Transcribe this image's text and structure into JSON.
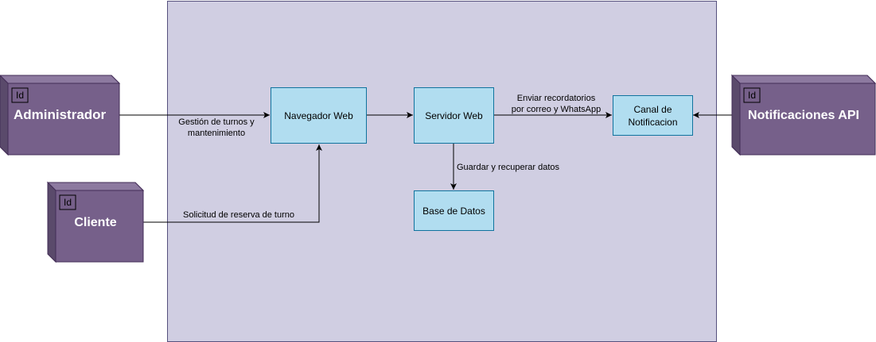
{
  "colors": {
    "boundary_fill": "#d0cee2",
    "boundary_stroke": "#56517e",
    "process_fill": "#b1ddf0",
    "process_stroke": "#10739e",
    "actor_fill": "#76608a",
    "actor_side": "#5a4a6b",
    "actor_top": "#8d7aa0",
    "actor_stroke": "#432d57",
    "edge": "#000000"
  },
  "actors": {
    "administrador": {
      "icon_label": "Id",
      "name": "Administrador"
    },
    "cliente": {
      "icon_label": "Id",
      "name": "Cliente"
    },
    "notificaciones_api": {
      "icon_label": "Id",
      "name": "Notificaciones API"
    }
  },
  "processes": {
    "navegador_web": {
      "label": "Navegador Web"
    },
    "servidor_web": {
      "label": "Servidor Web"
    },
    "base_de_datos": {
      "label": "Base de Datos"
    },
    "canal_notificacion": {
      "line1": "Canal de",
      "line2": "Notificacion"
    }
  },
  "edges": {
    "admin_to_navegador": {
      "line1": "Gestión de turnos y",
      "line2": "mantenimiento"
    },
    "cliente_to_navegador": {
      "label": "Solicitud de reserva de turno"
    },
    "navegador_to_servidor": {
      "label": ""
    },
    "servidor_to_base": {
      "label": "Guardar y recuperar datos"
    },
    "servidor_to_canal": {
      "line1": "Enviar recordatorios",
      "line2": "por correo y WhatsApp"
    },
    "api_to_canal": {
      "label": ""
    }
  }
}
